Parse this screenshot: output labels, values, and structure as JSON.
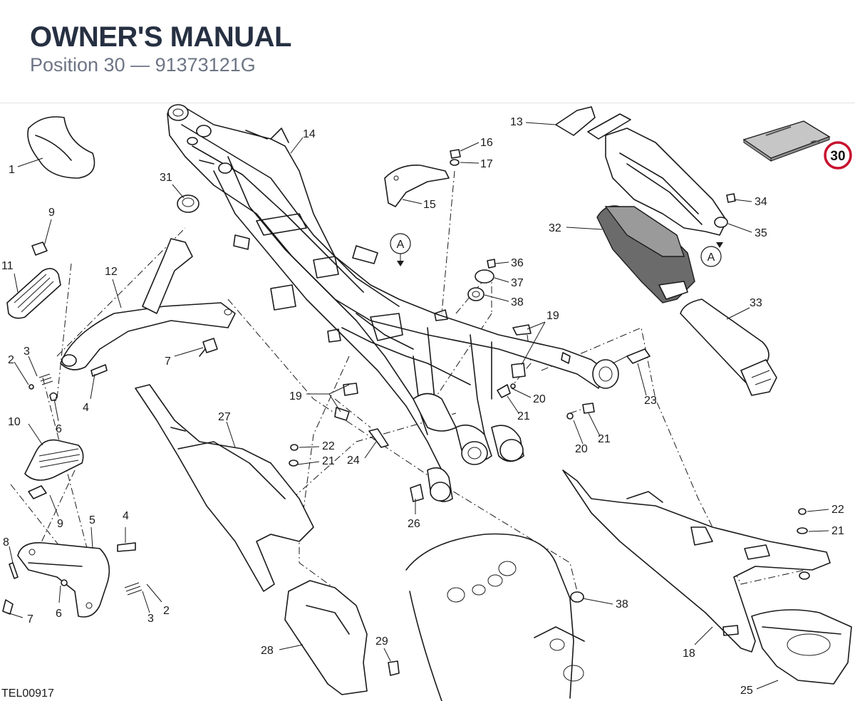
{
  "header": {
    "title": "OWNER'S MANUAL",
    "subtitle": "Position 30 — 91373121G"
  },
  "diagram": {
    "drawing_code": "TEL00917",
    "highlighted_position": "30",
    "highlight_color": "#c8102e",
    "reference_marks": [
      "A",
      "A"
    ],
    "labels": [
      "1",
      "2",
      "3",
      "4",
      "6",
      "7",
      "9",
      "11",
      "12",
      "10",
      "9",
      "8",
      "5",
      "4",
      "6",
      "3",
      "2",
      "7",
      "14",
      "31",
      "13",
      "16",
      "17",
      "15",
      "36",
      "37",
      "38",
      "19",
      "20",
      "21",
      "20",
      "21",
      "23",
      "19",
      "27",
      "22",
      "21",
      "24",
      "26",
      "34",
      "35",
      "32",
      "33",
      "28",
      "29",
      "38",
      "18",
      "22",
      "21",
      "25"
    ]
  }
}
